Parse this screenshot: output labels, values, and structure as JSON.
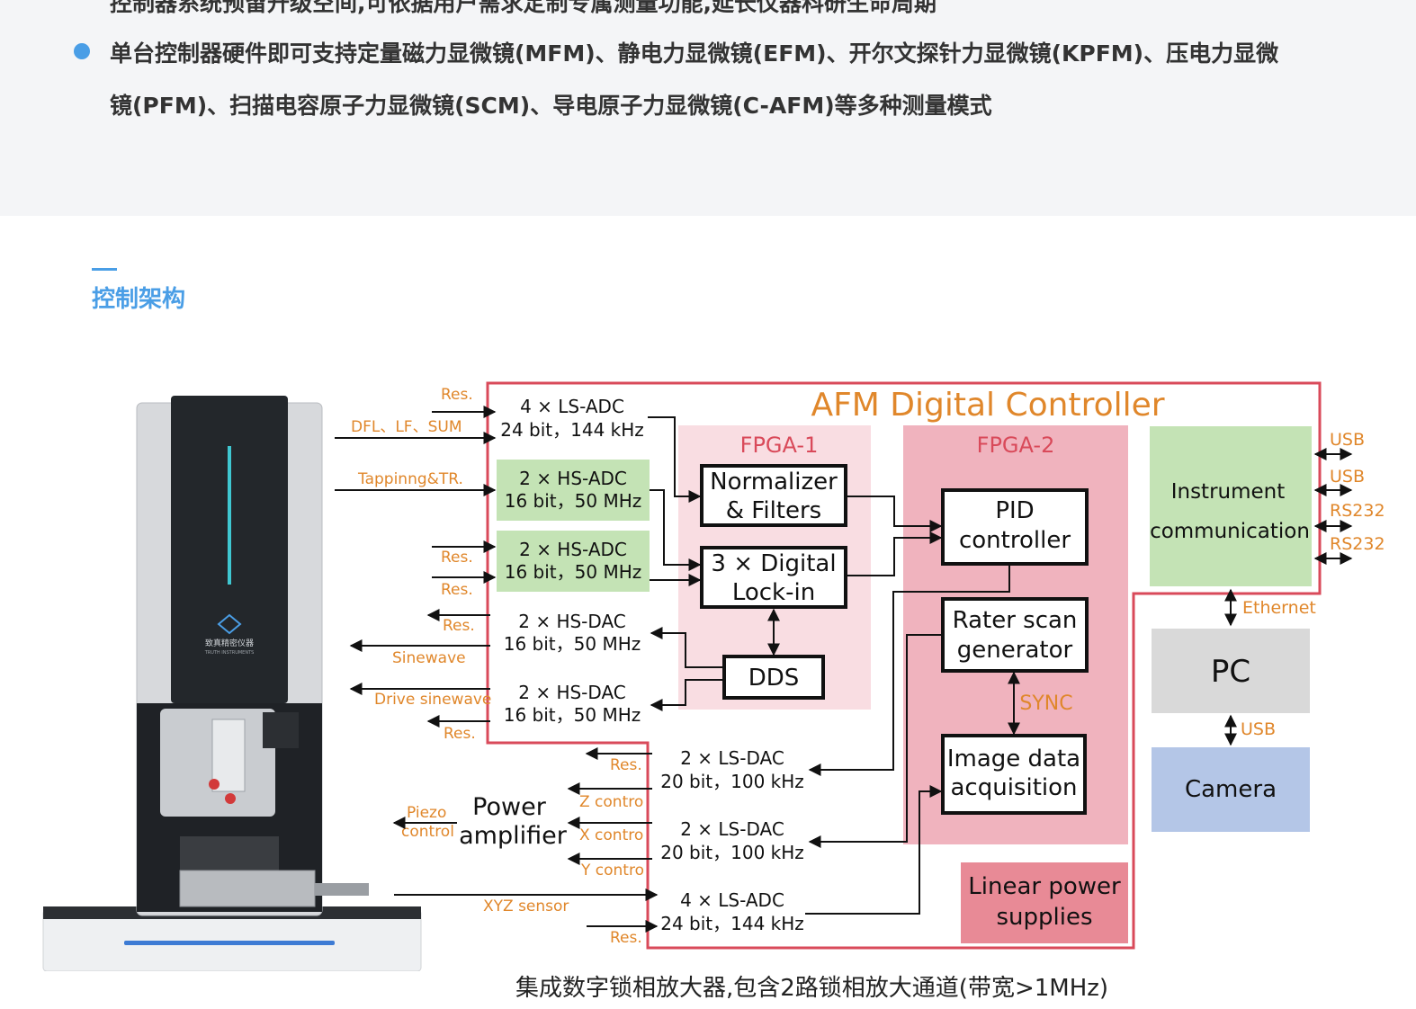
{
  "features": {
    "item_prev": "控制器系统预留升级空间,可依据用户需求定制专属测量功能,延长仪器科研生命周期",
    "item_line1": "单台控制器硬件即可支持定量磁力显微镜(MFM)、静电力显微镜(EFM)、开尔文探针力显微镜(KPFM)、压电力显微",
    "item_line2": "镜(PFM)、扫描电容原子力显微镜(SCM)、导电原子力显微镜(C-AFM)等多种测量模式"
  },
  "section": {
    "title": "控制架构"
  },
  "diagram": {
    "title": "AFM Digital Controller",
    "fpga1": "FPGA-1",
    "fpga2": "FPGA-2",
    "blocks": {
      "ls_adc_top_l1": "4 × LS-ADC",
      "ls_adc_top_l2": "24 bit，144 kHz",
      "hs_adc1_l1": "2 × HS-ADC",
      "hs_adc1_l2": "16 bit，50 MHz",
      "hs_adc2_l1": "2 × HS-ADC",
      "hs_adc2_l2": "16 bit，50 MHz",
      "hs_dac1_l1": "2 × HS-DAC",
      "hs_dac1_l2": "16 bit，50 MHz",
      "hs_dac2_l1": "2 × HS-DAC",
      "hs_dac2_l2": "16 bit，50 MHz",
      "ls_dac1_l1": "2 × LS-DAC",
      "ls_dac1_l2": "20 bit，100 kHz",
      "ls_dac2_l1": "2 × LS-DAC",
      "ls_dac2_l2": "20 bit，100 kHz",
      "ls_adc_bot_l1": "4 × LS-ADC",
      "ls_adc_bot_l2": "24 bit，144 kHz",
      "normalizer_l1": "Normalizer",
      "normalizer_l2": "& Filters",
      "lockin_l1": "3 × Digital",
      "lockin_l2": "Lock-in",
      "dds": "DDS",
      "pid_l1": "PID",
      "pid_l2": "controller",
      "raster_l1": "Rater scan",
      "raster_l2": "generator",
      "image_l1": "Image data",
      "image_l2": "acquisition",
      "instrument_l1": "Instrument",
      "instrument_l2": "communication",
      "linear_l1": "Linear power",
      "linear_l2": "supplies",
      "pc": "PC",
      "camera": "Camera",
      "power_amp_l1": "Power",
      "power_amp_l2": "amplifier"
    },
    "signals": {
      "res": "Res.",
      "dfl": "DFL、LF、SUM",
      "tapping": "Tappinng&TR.",
      "sinewave": "Sinewave",
      "drive_sinewave": "Drive sinewave",
      "z_control": "Z contro",
      "x_control": "X contro",
      "y_control": "Y contro",
      "piezo_l1": "Piezo",
      "piezo_l2": "control",
      "xyz_sensor": "XYZ sensor",
      "sync": "SYNC",
      "usb": "USB",
      "rs232": "RS232",
      "ethernet": "Ethernet"
    },
    "device_logo": "致真精密仪器",
    "device_logo_sub": "TRUTH INSTRUMENTS"
  },
  "caption": "集成数字锁相放大器,包含2路锁相放大通道(带宽>1MHz)",
  "colors": {
    "accent_blue": "#4a9ee6",
    "signal_orange": "#e0872b",
    "controller_red": "#d94a5a",
    "fpga1_fill": "#f9dde2",
    "fpga2_fill": "#f0b3be",
    "adc_green": "#c4e3b5",
    "pc_gray": "#d9d9d9",
    "camera_blue": "#b4c6e7"
  }
}
